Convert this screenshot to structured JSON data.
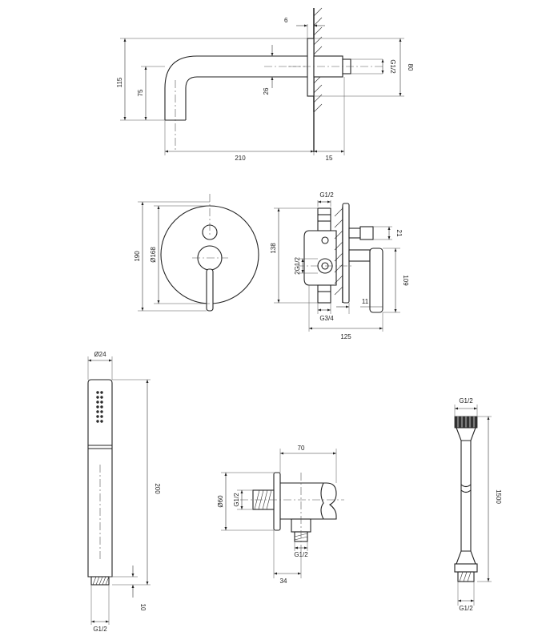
{
  "spout": {
    "dims": {
      "wall_gap": "6",
      "height_total": "115",
      "height_outlet": "75",
      "pipe_dia": "26",
      "thread": "G1/2",
      "depth": "80",
      "reach": "210",
      "flange": "15"
    }
  },
  "mixer": {
    "dims": {
      "outer_dia": "190",
      "plate_dia": "Ø168",
      "top_thread": "G1/2",
      "body_height": "138",
      "side_thread": "2G1/2",
      "right_21": "21",
      "right_109": "109",
      "bottom_thread": "G3/4",
      "dim_11": "11",
      "depth_125": "125"
    }
  },
  "handshower": {
    "dims": {
      "dia": "Ø24",
      "length": "200",
      "thread": "G1/2",
      "dim_10": "10"
    }
  },
  "elbow": {
    "dims": {
      "width": "70",
      "dia": "Ø60",
      "thread_side": "G1/2",
      "thread_bottom": "G1/2",
      "dim_34": "34"
    }
  },
  "hose": {
    "dims": {
      "top_thread": "G1/2",
      "length": "1500",
      "bottom_thread": "G1/2"
    }
  }
}
